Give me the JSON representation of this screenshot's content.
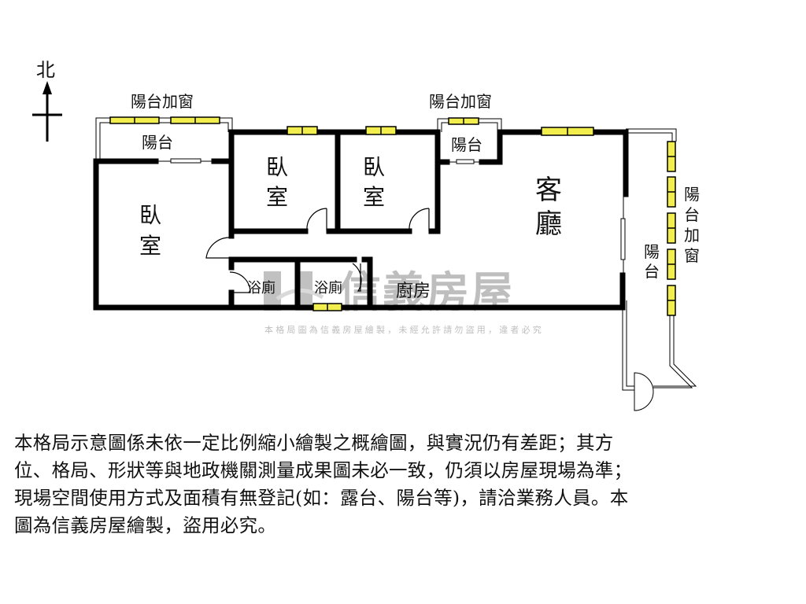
{
  "compass": {
    "label": "北",
    "direction": "north"
  },
  "rooms": {
    "bedroom_west": "臥室",
    "bedroom_middle": "臥室",
    "bedroom_east": "臥室",
    "living_room_line1": "客",
    "living_room_line2": "廳",
    "kitchen": "廚房",
    "bathroom_1": "浴廁",
    "bathroom_2": "浴廁",
    "balcony_northwest": "陽台",
    "balcony_north": "陽台",
    "balcony_east_line1": "陽",
    "balcony_east_line2": "台"
  },
  "annotations": {
    "balcony_window_northwest": "陽台加窗",
    "balcony_window_north": "陽台加窗",
    "balcony_window_east": [
      "陽",
      "台",
      "加",
      "窗"
    ]
  },
  "watermark": {
    "brand": "信義房屋",
    "notice": "本格局圖為信義房屋繪製，未經允許請勿盜用，違者必究"
  },
  "colors": {
    "wall": "#000000",
    "window_fill": "#f2ee4e",
    "watermark": "#9a9a9a",
    "background": "#ffffff"
  },
  "disclaimer": {
    "lines": [
      "本格局示意圖係未依一定比例縮小繪製之概繪圖，與實況仍有差距；其方",
      "位、格局、形狀等與地政機關測量成果圖未必一致，仍須以房屋現場為準；",
      "現場空間使用方式及面積有無登記(如：露台、陽台等)，請洽業務人員。本",
      "圖為信義房屋繪製，盜用必究。"
    ]
  }
}
